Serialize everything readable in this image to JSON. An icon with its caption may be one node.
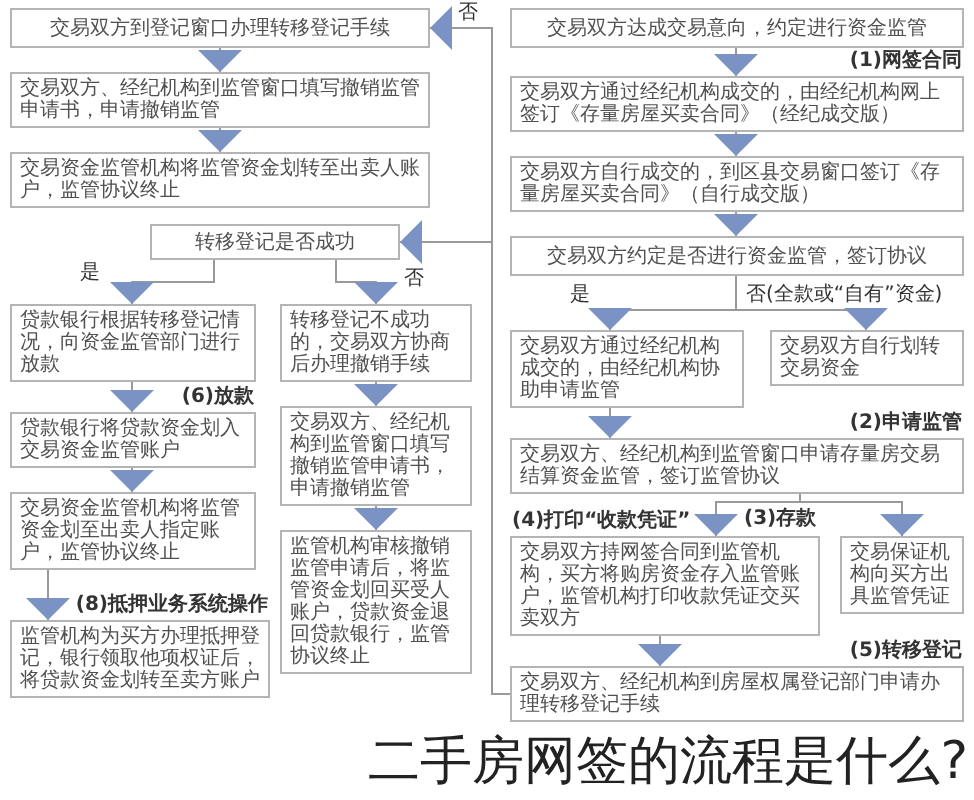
{
  "diagram": {
    "caption": "二手房网签的流程是什么?",
    "nodes": [
      {
        "text": [
          "交易双方到登记窗口办理转移登记手续"
        ]
      },
      {
        "text": [
          "交易双方、经纪机构到监管窗口填写撤销监管申请书，申请撤销监管"
        ]
      },
      {
        "text": [
          "交易资金监管机构将监管资金划转至出卖人账户，监管协议终止"
        ]
      },
      {
        "text": [
          "转移登记是否成功"
        ]
      },
      {
        "text": [
          "贷款银行根据转移登记情况，向资金监管部门进行放款"
        ]
      },
      {
        "text": [
          "(6)放款",
          "贷款银行将贷款资金划入交易资金监管账户"
        ]
      },
      {
        "text": [
          "交易资金监管机构将监管资金划至出卖人指定账户，监管协议终止"
        ]
      },
      {
        "text": [
          "(8)抵押业务系统操作",
          "监管机构为买方办理抵押登记，银行领取他项权证后，将贷款资金划转至卖方账户"
        ]
      },
      {
        "text": [
          "转移登记不成功的，交易双方协商后办理撤销手续"
        ]
      },
      {
        "text": [
          "交易双方、经纪机构到监管窗口填写撤销监管申请书，申请撤销监管"
        ]
      },
      {
        "text": [
          "监管机构审核撤销监管申请后，将监管资金划回买受人账户，贷款资金退回贷款银行，监管协议终止"
        ]
      },
      {
        "text": [
          "交易双方达成交易意向，约定进行资金监管"
        ]
      },
      {
        "text": [
          "(1)网签合同",
          "交易双方通过经纪机构成交的，由经纪机构网上签订《存量房屋买卖合同》（经纪成交版）"
        ]
      },
      {
        "text": [
          "交易双方自行成交的，到区县交易窗口签订《存量房屋买卖合同》（自行成交版）"
        ]
      },
      {
        "text": [
          "交易双方约定是否进行资金监管，签订协议"
        ]
      },
      {
        "text": [
          "交易双方通过经纪机构成交的，由经纪机构协助申请监管"
        ]
      },
      {
        "text": [
          "交易双方自行划转交易资金"
        ]
      },
      {
        "text": [
          "(2)申请监管",
          "交易双方、经纪机构到监管窗口申请存量房交易结算资金监管，签订监管协议"
        ]
      },
      {
        "text": [
          "(4)打印“收款凭证”",
          "交易双方持网签合同到监管机构，买方将购房资金存入监管账户，监管机构打印收款凭证交买卖双方"
        ]
      },
      {
        "text": [
          "交易保证机构向买方出具监管凭证"
        ]
      },
      {
        "text": [
          "(5)转移登记",
          "交易双方、经纪机构到房屋权属登记部门申请办理转移登记手续"
        ]
      }
    ],
    "edges": [
      {
        "from": 0,
        "to": 1,
        "arrow": "to"
      },
      {
        "from": 1,
        "to": 2,
        "arrow": "to"
      },
      {
        "from": 3,
        "to": 4,
        "arrow": "to",
        "label": "是"
      },
      {
        "from": 3,
        "to": 8,
        "arrow": "to",
        "label": "否"
      },
      {
        "from": 4,
        "to": 5,
        "arrow": "to"
      },
      {
        "from": 5,
        "to": 6,
        "arrow": "to"
      },
      {
        "from": 6,
        "to": 7,
        "arrow": "to"
      },
      {
        "from": 8,
        "to": 9,
        "arrow": "to"
      },
      {
        "from": 9,
        "to": 10,
        "arrow": "to"
      },
      {
        "from": 11,
        "to": 12,
        "arrow": "to"
      },
      {
        "from": 12,
        "to": 13,
        "arrow": "to"
      },
      {
        "from": 13,
        "to": 14,
        "arrow": "to"
      },
      {
        "from": 14,
        "to": 15,
        "arrow": "to",
        "label": "是"
      },
      {
        "from": 14,
        "to": 16,
        "arrow": "to",
        "label": "否(全款或“自有”资金)"
      },
      {
        "from": 15,
        "to": 17,
        "arrow": "to"
      },
      {
        "from": 17,
        "to": 18,
        "arrow": "to"
      },
      {
        "from": 17,
        "to": 19,
        "arrow": "to"
      },
      {
        "from": 18,
        "to": 20,
        "arrow": "to"
      },
      {
        "from": 20,
        "to": 3,
        "arrow": "to"
      },
      {
        "from": 20,
        "to": 0,
        "arrow": "to",
        "label": "否"
      }
    ],
    "labels": [
      "(3)存款"
    ]
  }
}
